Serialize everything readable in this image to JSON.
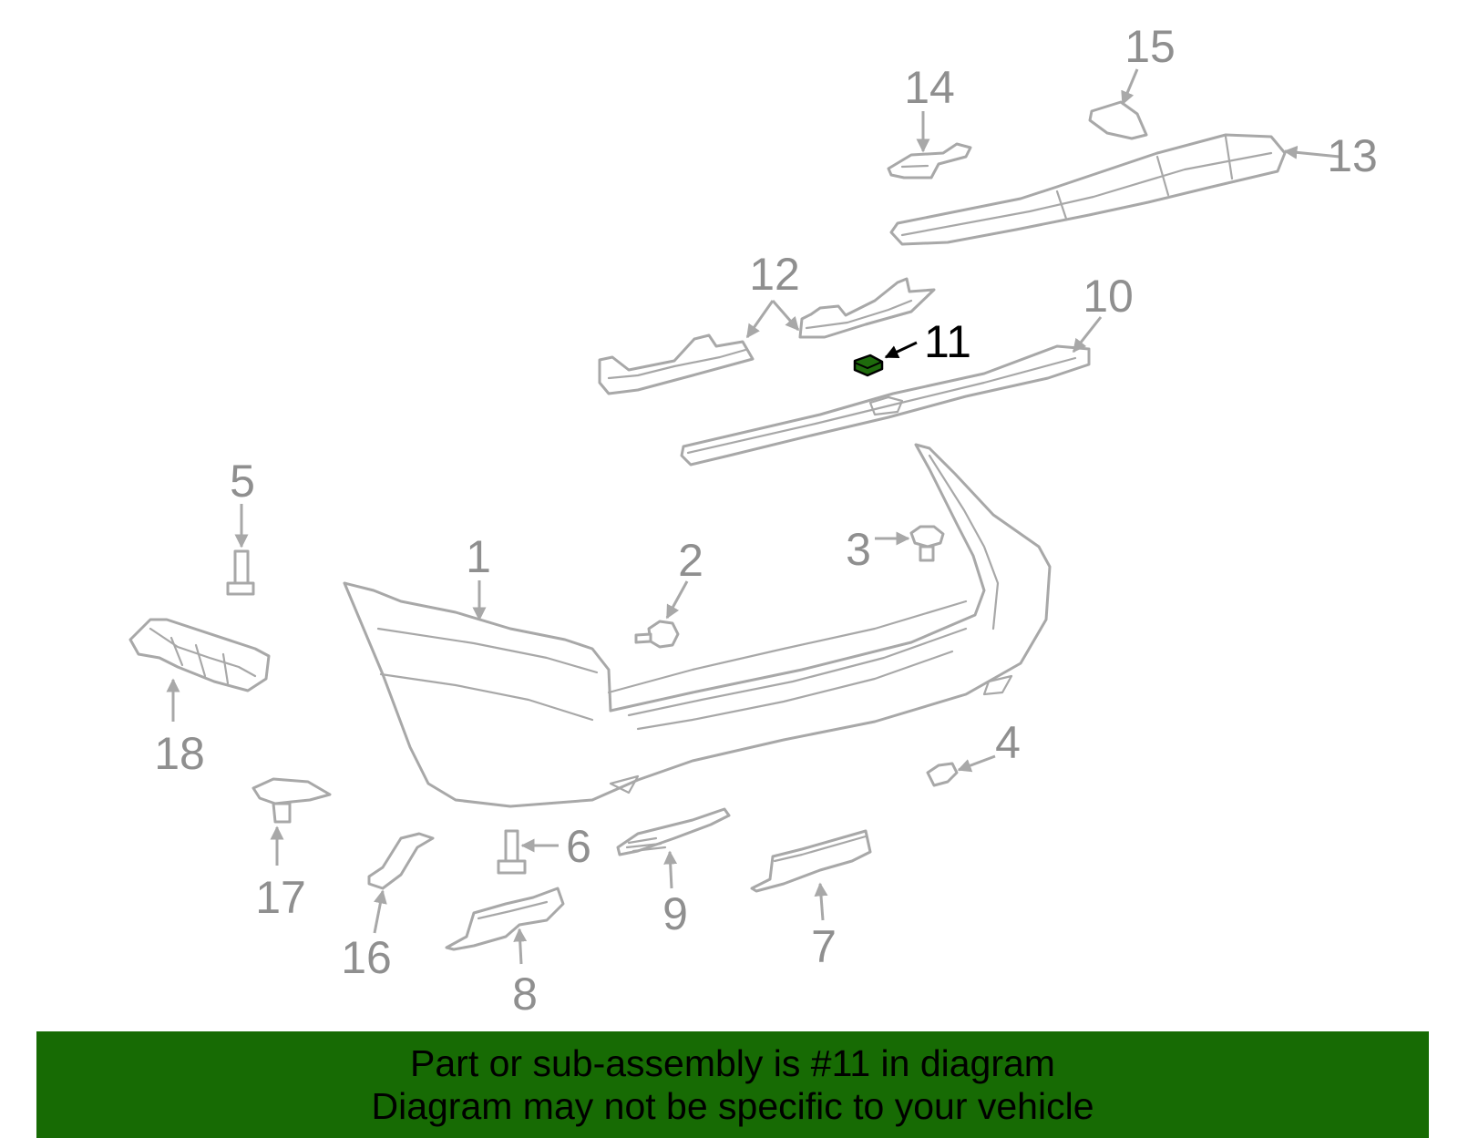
{
  "diagram": {
    "highlight_color": "#1e6b0c",
    "callouts": {
      "c1": "1",
      "c2": "2",
      "c3": "3",
      "c4": "4",
      "c5": "5",
      "c6": "6",
      "c7": "7",
      "c8": "8",
      "c9": "9",
      "c10": "10",
      "c11": "11",
      "c12": "12",
      "c13": "13",
      "c14": "14",
      "c15": "15",
      "c16": "16",
      "c17": "17",
      "c18": "18"
    },
    "highlighted_part": "11"
  },
  "banner": {
    "color": "#176b04",
    "line1": "Part or sub-assembly is #11 in diagram",
    "line2": "Diagram may not be specific to your vehicle"
  }
}
